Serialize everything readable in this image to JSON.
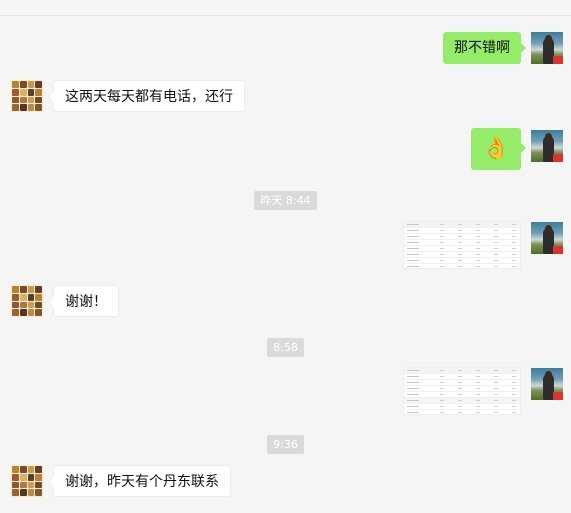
{
  "messages": {
    "m1": {
      "text": "那不错啊"
    },
    "m2": {
      "text": "这两天每天都有电话，还行"
    },
    "m3": {
      "emoji": "👌"
    },
    "m4": {
      "text": "谢谢！"
    },
    "m5": {
      "text": "谢谢，昨天有个丹东联系"
    }
  },
  "timestamps": {
    "t1": "昨天 8:44",
    "t2": "8:58",
    "t3": "9:36"
  },
  "icons": {
    "self_avatar": "user-avatar-photo",
    "contact_avatar": "contact-avatar-grid",
    "ok_hand": "ok-hand-emoji"
  },
  "colors": {
    "background": "#f5f5f5",
    "outgoing_bubble": "#95ec69",
    "incoming_bubble": "#ffffff",
    "timestamp_bg": "#dadada"
  }
}
